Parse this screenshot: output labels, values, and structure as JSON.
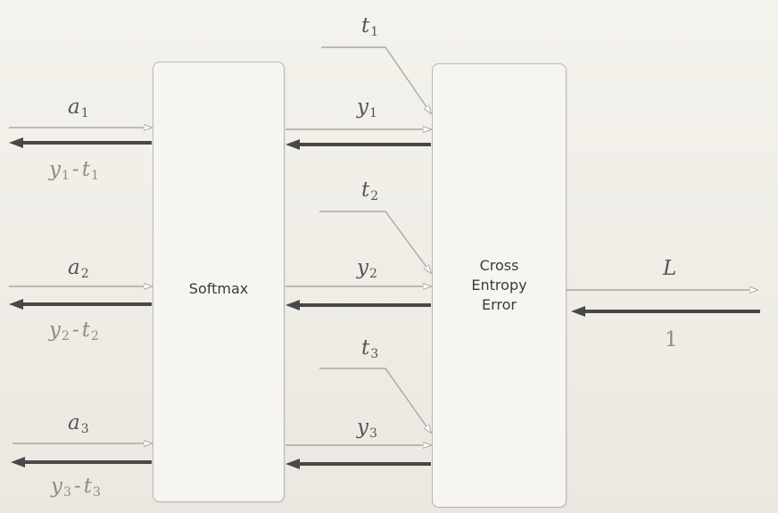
{
  "softmax": {
    "label": "Softmax"
  },
  "cross_entropy": {
    "label_lines": [
      "Cross",
      "Entropy",
      "Error"
    ]
  },
  "inputs": [
    {
      "var": "a",
      "sub": "1"
    },
    {
      "var": "a",
      "sub": "2"
    },
    {
      "var": "a",
      "sub": "3"
    }
  ],
  "outputs": [
    {
      "var": "y",
      "sub": "1"
    },
    {
      "var": "y",
      "sub": "2"
    },
    {
      "var": "y",
      "sub": "3"
    }
  ],
  "targets": [
    {
      "var": "t",
      "sub": "1"
    },
    {
      "var": "t",
      "sub": "2"
    },
    {
      "var": "t",
      "sub": "3"
    }
  ],
  "gradients": [
    {
      "y": "y",
      "y_sub": "1",
      "minus": "-",
      "t": "t",
      "t_sub": "1"
    },
    {
      "y": "y",
      "y_sub": "2",
      "minus": "-",
      "t": "t",
      "t_sub": "2"
    },
    {
      "y": "y",
      "y_sub": "3",
      "minus": "-",
      "t": "t",
      "t_sub": "3"
    }
  ],
  "loss": {
    "label": "L",
    "grad": "1"
  },
  "colors": {
    "forward_arrow": "#a9a8a4",
    "backward_arrow": "#484848",
    "box_border": "#b9b7b2",
    "text": "#555555",
    "gradient_text": "#8d8c88"
  }
}
